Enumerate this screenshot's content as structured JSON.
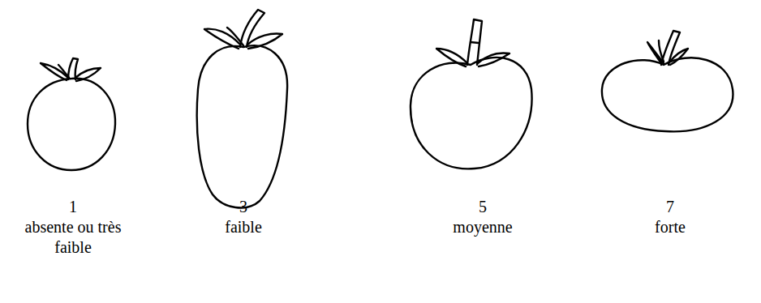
{
  "diagram": {
    "labels": [
      "1",
      "absente ou très faible",
      "3",
      "faible",
      "5",
      "moyenne",
      "7",
      "forte"
    ]
  }
}
